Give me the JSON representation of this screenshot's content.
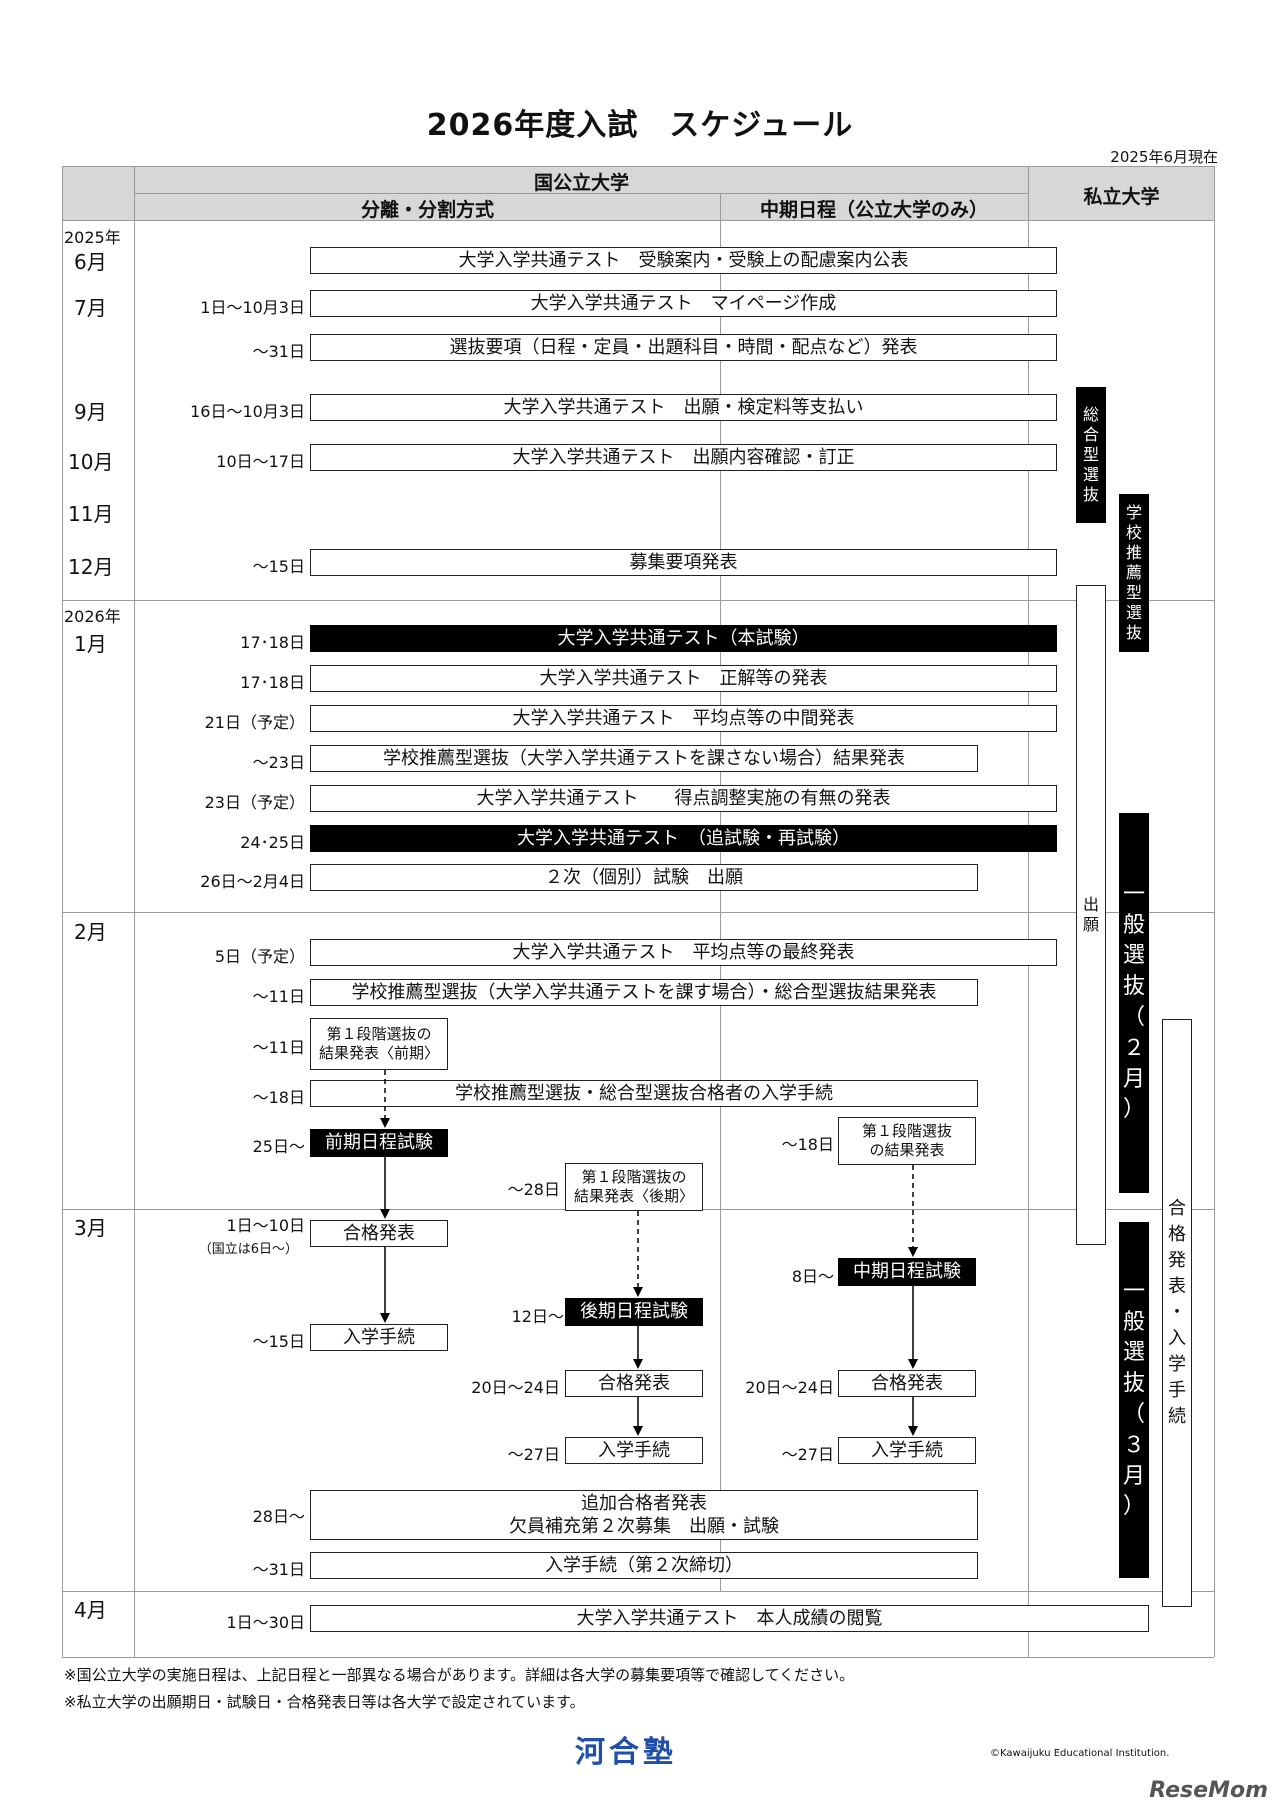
{
  "title": "2026年度入試　スケジュール",
  "as_of": "2025年6月現在",
  "header": {
    "national": "国公立大学",
    "split": "分離・分割方式",
    "mid": "中期日程（公立大学のみ）",
    "private": "私立大学"
  },
  "years": {
    "y2025": "2025年",
    "y2026": "2026年"
  },
  "months": {
    "jun": "6月",
    "jul": "7月",
    "sep": "9月",
    "oct": "10月",
    "nov": "11月",
    "dec": "12月",
    "jan": "1月",
    "feb": "2月",
    "mar": "3月",
    "apr": "4月"
  },
  "dates": {
    "d1": "1日～10月3日",
    "d2": "～31日",
    "d3": "16日～10月3日",
    "d4": "10日～17日",
    "d5": "～15日",
    "d6": "17･18日",
    "d7": "17･18日",
    "d8": "21日（予定）",
    "d9": "～23日",
    "d10": "23日（予定）",
    "d11": "24･25日",
    "d12": "26日～2月4日",
    "d13": "5日（予定）",
    "d14": "～11日",
    "d15": "～11日",
    "d16": "～18日",
    "d17": "25日～",
    "d18": "～18日",
    "d19": "～28日",
    "d20": "1日～10日",
    "d20n": "（国立は6日～）",
    "d21": "8日～",
    "d22": "12日～",
    "d23": "～15日",
    "d24": "20日～24日",
    "d25": "20日～24日",
    "d26": "～27日",
    "d27": "～27日",
    "d28": "28日～",
    "d29": "～31日",
    "d30": "1日～30日"
  },
  "events": {
    "e1": "大学入学共通テスト　受験案内・受験上の配慮案内公表",
    "e2": "大学入学共通テスト　マイページ作成",
    "e3": "選抜要項（日程・定員・出題科目・時間・配点など）発表",
    "e4": "大学入学共通テスト　出願・検定料等支払い",
    "e5": "大学入学共通テスト　出願内容確認・訂正",
    "e6": "募集要項発表",
    "e7": "大学入学共通テスト（本試験）",
    "e8": "大学入学共通テスト　正解等の発表",
    "e9": "大学入学共通テスト　平均点等の中間発表",
    "e10": "学校推薦型選抜（大学入学共通テストを課さない場合）結果発表",
    "e11": "大学入学共通テスト　　得点調整実施の有無の発表",
    "e12": "大学入学共通テスト　（追試験・再試験）",
    "e13": "２次（個別）試験　出願",
    "e14": "大学入学共通テスト　平均点等の最終発表",
    "e15": "学校推薦型選抜（大学入学共通テストを課す場合）・総合型選抜結果発表",
    "e16a": "第１段階選抜の",
    "e16b": "結果発表〈前期〉",
    "e17": "学校推薦型選抜・総合型選抜合格者の入学手続",
    "e18": "前期日程試験",
    "e19a": "第１段階選抜",
    "e19b": "の結果発表",
    "e20a": "第１段階選抜の",
    "e20b": "結果発表〈後期〉",
    "e21": "合格発表",
    "e22": "中期日程試験",
    "e23": "後期日程試験",
    "e24": "入学手続",
    "e25": "合格発表",
    "e26": "合格発表",
    "e27": "入学手続",
    "e28": "入学手続",
    "e29a": "追加合格者発表",
    "e29b": "欠員補充第２次募集　出願・試験",
    "e30": "入学手続（第２次締切）",
    "e31": "大学入学共通テスト　本人成績の閲覧"
  },
  "private_bars": {
    "sogo": [
      "総",
      "合",
      "型",
      "選",
      "抜"
    ],
    "suisen": [
      "学",
      "校",
      "推",
      "薦",
      "型",
      "選",
      "抜"
    ],
    "shutsugan": [
      "出",
      "願"
    ],
    "ippan2": [
      "一",
      "般",
      "選",
      "抜",
      "（",
      "２",
      "月",
      "）"
    ],
    "ippan3": [
      "一",
      "般",
      "選",
      "抜",
      "（",
      "３",
      "月",
      "）"
    ],
    "gokaku": [
      "合",
      "格",
      "発",
      "表",
      "・",
      "入",
      "学",
      "手",
      "続"
    ]
  },
  "notes": {
    "n1": "※国公立大学の実施日程は、上記日程と一部異なる場合があります。詳細は各大学の募集要項等で確認してください。",
    "n2": "※私立大学の出願期日・試験日・合格発表日等は各大学で設定されています。"
  },
  "logo": "河合塾",
  "copyright": "©Kawaijuku Educational Institution.",
  "watermark": "ReseMom"
}
